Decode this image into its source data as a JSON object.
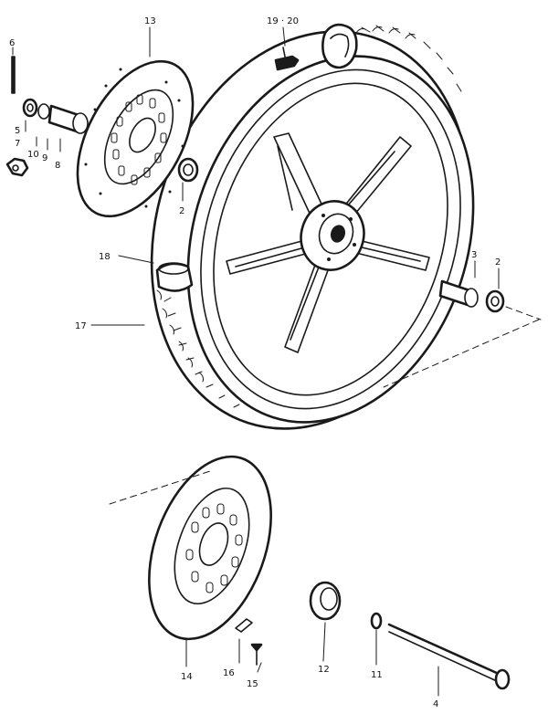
{
  "callouts": {
    "c13": "13",
    "c19_20": "19 · 20",
    "c6": "6",
    "c5": "5",
    "c7": "7",
    "c10": "10",
    "c9": "9",
    "c8": "8",
    "c2_upper": "2",
    "c18": "18",
    "c17": "17",
    "c3": "3",
    "c2_right": "2",
    "c14": "14",
    "c16": "16",
    "c15": "15",
    "c12": "12",
    "c11": "11",
    "c4": "4"
  },
  "colors": {
    "ink": "#1a1a1a",
    "paper": "#ffffff"
  }
}
